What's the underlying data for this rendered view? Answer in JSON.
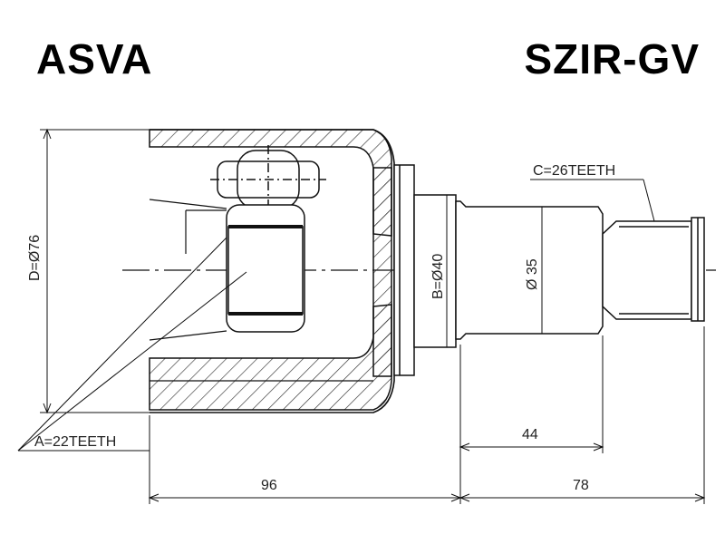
{
  "header": {
    "brand": "ASVA",
    "part_number": "SZIR-GV"
  },
  "dimensions": {
    "spline_a": "A=22TEETH",
    "outer_diameter": "D=Ø76",
    "flange_diameter": "B=Ø40",
    "shaft_diameter": "Ø 35",
    "spline_c": "C=26TEETH",
    "shaft_length": "44",
    "housing_length": "96",
    "stem_length": "78"
  },
  "colors": {
    "line": "#111111",
    "hatch": "#333333"
  }
}
